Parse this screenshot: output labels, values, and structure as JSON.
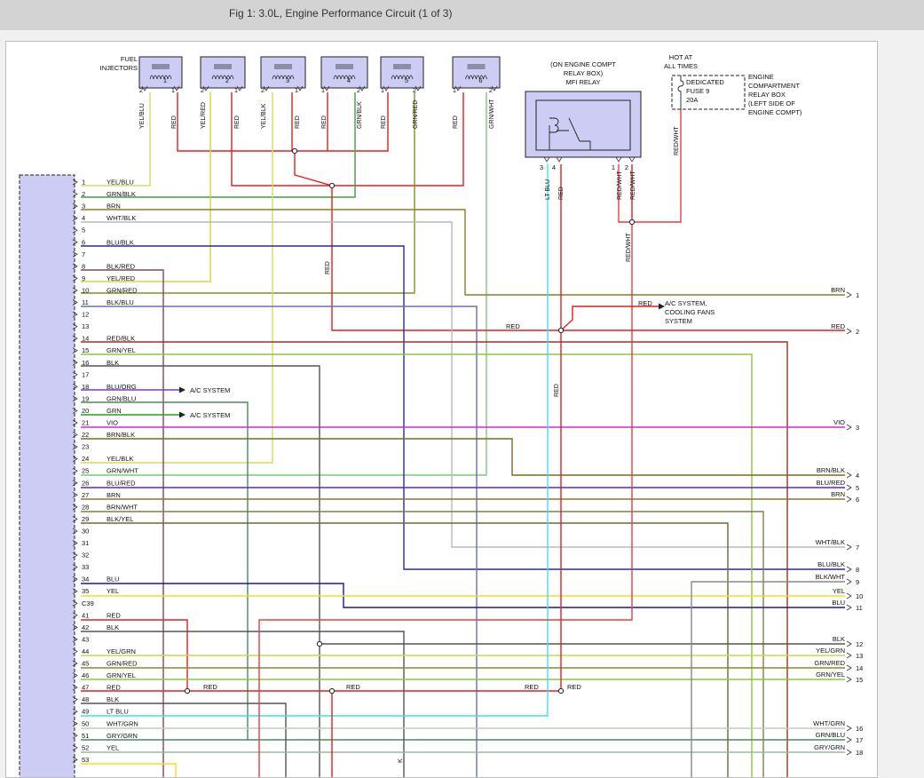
{
  "window": {
    "title": "Fig 1: 3.0L, Engine Performance Circuit (1 of 3)"
  },
  "colors": {
    "YEL/BLU": "#d8d86a",
    "GRN/BLK": "#3f9f3f",
    "BRN": "#8a7a2a",
    "WHT/BLK": "#b8b8b8",
    "BLU/BLK": "#2a2aa0",
    "BLK/RED": "#7a4a5a",
    "YEL/RED": "#d8d040",
    "GRN/RED": "#8a8a2a",
    "BLK/BLU": "#6a70a8",
    "RED": "#e02020",
    "RED/BLK": "#a03020",
    "GRN/YEL": "#8ac840",
    "BLK": "#555555",
    "BLU/ORG": "#7a3ac8",
    "GRN/BLU": "#4a8a5a",
    "GRN": "#20a020",
    "VIO": "#e020e0",
    "BRN/BLK": "#7a6a20",
    "YEL/BLK": "#d8d860",
    "GRN/WHT": "#7ac87a",
    "BLU/RED": "#5a2ab8",
    "BRN/WHT": "#8a7a4a",
    "BLK/YEL": "#6a6a3a",
    "BLU": "#1a1a9a",
    "YEL": "#f0e020",
    "YEL/GRN": "#c8d84a",
    "LT BLU": "#40e0f0",
    "WHT/GRN": "#b8d0b8",
    "GRY/GRN": "#9ab89a",
    "RED/WHT": "#e04040",
    "BLK/WHT": "#888888"
  },
  "ecm": {
    "pins": [
      {
        "pin": "1",
        "label": "YEL/BLU"
      },
      {
        "pin": "2",
        "label": "GRN/BLK"
      },
      {
        "pin": "3",
        "label": "BRN"
      },
      {
        "pin": "4",
        "label": "WHT/BLK"
      },
      {
        "pin": "5",
        "label": ""
      },
      {
        "pin": "6",
        "label": "BLU/BLK"
      },
      {
        "pin": "7",
        "label": ""
      },
      {
        "pin": "8",
        "label": "BLK/RED"
      },
      {
        "pin": "9",
        "label": "YEL/RED"
      },
      {
        "pin": "10",
        "label": "GRN/RED"
      },
      {
        "pin": "11",
        "label": "BLK/BLU"
      },
      {
        "pin": "12",
        "label": ""
      },
      {
        "pin": "13",
        "label": ""
      },
      {
        "pin": "14",
        "label": "RED/BLK"
      },
      {
        "pin": "15",
        "label": "GRN/YEL"
      },
      {
        "pin": "16",
        "label": "BLK"
      },
      {
        "pin": "17",
        "label": ""
      },
      {
        "pin": "18",
        "label": "BLU/ORG"
      },
      {
        "pin": "19",
        "label": "GRN/BLU"
      },
      {
        "pin": "20",
        "label": "GRN"
      },
      {
        "pin": "21",
        "label": "VIO"
      },
      {
        "pin": "22",
        "label": "BRN/BLK"
      },
      {
        "pin": "23",
        "label": ""
      },
      {
        "pin": "24",
        "label": "YEL/BLK"
      },
      {
        "pin": "25",
        "label": "GRN/WHT"
      },
      {
        "pin": "26",
        "label": "BLU/RED"
      },
      {
        "pin": "27",
        "label": "BRN"
      },
      {
        "pin": "28",
        "label": "BRN/WHT"
      },
      {
        "pin": "29",
        "label": "BLK/YEL"
      },
      {
        "pin": "30",
        "label": ""
      },
      {
        "pin": "31",
        "label": ""
      },
      {
        "pin": "32",
        "label": ""
      },
      {
        "pin": "33",
        "label": ""
      },
      {
        "pin": "34",
        "label": "BLU"
      },
      {
        "pin": "35",
        "label": "YEL"
      },
      {
        "pin": "C39",
        "label": ""
      },
      {
        "pin": "41",
        "label": "RED"
      },
      {
        "pin": "42",
        "label": "BLK"
      },
      {
        "pin": "43",
        "label": ""
      },
      {
        "pin": "44",
        "label": "YEL/GRN"
      },
      {
        "pin": "45",
        "label": "GRN/RED"
      },
      {
        "pin": "46",
        "label": "GRN/YEL"
      },
      {
        "pin": "47",
        "label": "RED"
      },
      {
        "pin": "48",
        "label": "BLK"
      },
      {
        "pin": "49",
        "label": "LT BLU"
      },
      {
        "pin": "50",
        "label": "WHT/GRN"
      },
      {
        "pin": "51",
        "label": "GRY/GRN"
      },
      {
        "pin": "52",
        "label": "YEL"
      },
      {
        "pin": "53",
        "label": ""
      }
    ]
  },
  "injectors": {
    "label_line1": "FUEL",
    "label_line2": "INJECTORS",
    "items": [
      {
        "num": "1",
        "left_pin": "2",
        "right_pin": "1",
        "left_wire": "YEL/BLU",
        "right_wire": "RED"
      },
      {
        "num": "2",
        "left_pin": "2",
        "right_pin": "1",
        "left_wire": "YEL/RED",
        "right_wire": "RED"
      },
      {
        "num": "3",
        "left_pin": "2",
        "right_pin": "1",
        "left_wire": "YEL/BLK",
        "right_wire": "RED"
      },
      {
        "num": "4",
        "left_pin": "1",
        "right_pin": "2",
        "left_wire": "RED",
        "right_wire": "GRN/BLK"
      },
      {
        "num": "5",
        "left_pin": "1",
        "right_pin": "2",
        "left_wire": "RED",
        "right_wire": "GRN/RED"
      },
      {
        "num": "6",
        "left_pin": "1",
        "right_pin": "2",
        "left_wire": "RED",
        "right_wire": "GRN/WHT"
      }
    ]
  },
  "relay": {
    "label_line1": "(ON ENGINE COMPT",
    "label_line2": "RELAY BOX)",
    "label_line3": "MFI RELAY",
    "pins": [
      "3",
      "4",
      "1",
      "2"
    ],
    "wires": [
      "LT BLU",
      "RED",
      "RED/WHT",
      "RED/WHT"
    ]
  },
  "fuse": {
    "hot_line1": "HOT AT",
    "hot_line2": "ALL TIMES",
    "name_line1": "DEDICATED",
    "name_line2": "FUSE 9",
    "name_line3": "20A",
    "box_line1": "ENGINE",
    "box_line2": "COMPARTMENT",
    "box_line3": "RELAY BOX",
    "box_line4": "(LEFT SIDE OF",
    "box_line5": "ENGINE COMPT)",
    "wire": "RED/WHT"
  },
  "annotations": {
    "ac_system": "A/C SYSTEM",
    "ac_cooling_line1": "A/C SYSTEM,",
    "ac_cooling_line2": "COOLING FANS",
    "ac_cooling_line3": "SYSTEM",
    "red": "RED",
    "red_wht": "RED/WHT",
    "k": "K"
  },
  "right_connectors": [
    {
      "wire": "BRN",
      "num": "1"
    },
    {
      "wire": "RED",
      "num": "2"
    },
    {
      "wire": "VIO",
      "num": "3"
    },
    {
      "wire": "BRN/BLK",
      "num": "4"
    },
    {
      "wire": "BLU/RED",
      "num": "5"
    },
    {
      "wire": "BRN",
      "num": "6"
    },
    {
      "wire": "WHT/BLK",
      "num": "7"
    },
    {
      "wire": "BLU/BLK",
      "num": "8"
    },
    {
      "wire": "BLK/WHT",
      "num": "9"
    },
    {
      "wire": "YEL",
      "num": "10"
    },
    {
      "wire": "BLU",
      "num": "11"
    },
    {
      "wire": "BLK",
      "num": "12"
    },
    {
      "wire": "YEL/GRN",
      "num": "13"
    },
    {
      "wire": "GRN/RED",
      "num": "14"
    },
    {
      "wire": "GRN/YEL",
      "num": "15"
    },
    {
      "wire": "WHT/GRN",
      "num": "16"
    },
    {
      "wire": "GRN/BLU",
      "num": "17"
    },
    {
      "wire": "GRY/GRN",
      "num": "18"
    }
  ]
}
